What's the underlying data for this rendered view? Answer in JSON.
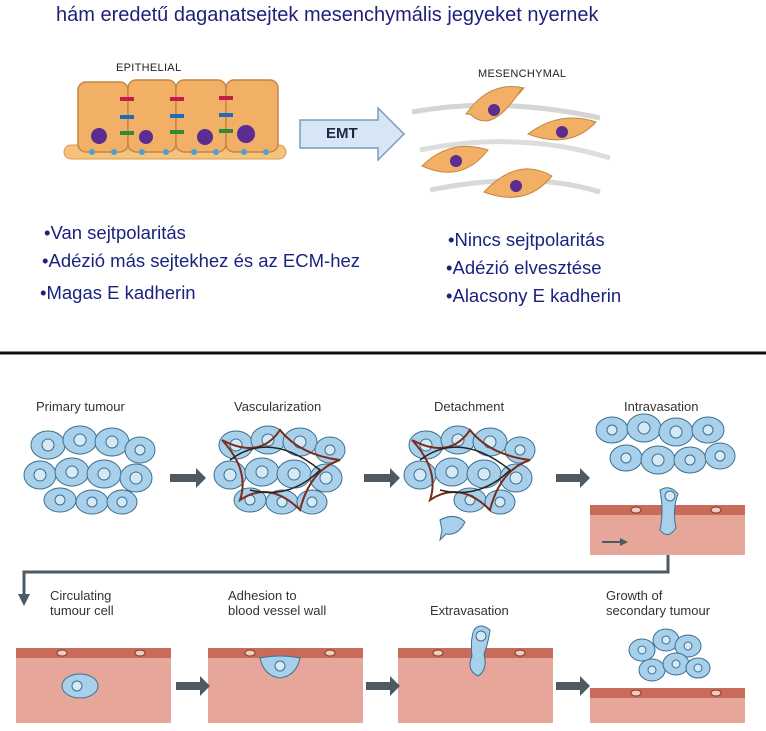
{
  "title": "hám eredetű daganatsejtek mesenchymális jegyeket nyernek",
  "emt_panel": {
    "epithelial_label": "EPITHELIAL",
    "mesenchymal_label": "MESENCHYMAL",
    "arrow_label": "EMT"
  },
  "epithelial_traits": [
    "•Van sejtpolaritás",
    "•Adézió más sejtekhez és az ECM-hez",
    "•Magas E kadherin"
  ],
  "mesenchymal_traits": [
    "•Nincs sejtpolaritás",
    "•Adézió elvesztése",
    "•Alacsony E kadherin"
  ],
  "metastasis_steps": [
    {
      "label": "Primary tumour"
    },
    {
      "label": "Vascularization"
    },
    {
      "label": "Detachment"
    },
    {
      "label": "Intravasation"
    },
    {
      "label": "Circulating\ntumour cell"
    },
    {
      "label": "Adhesion to\nblood vessel wall"
    },
    {
      "label": "Extravasation"
    },
    {
      "label": "Growth of\nsecondary tumour"
    }
  ],
  "colors": {
    "title": "#1f1f7a",
    "bullets": "#1a237e",
    "epithelial_cell": "#f2b066",
    "nucleus": "#5b2c91",
    "tumour_cell": "#a8d0ea",
    "vessel": "#e6a79a",
    "arrow": "#4d5a63"
  }
}
